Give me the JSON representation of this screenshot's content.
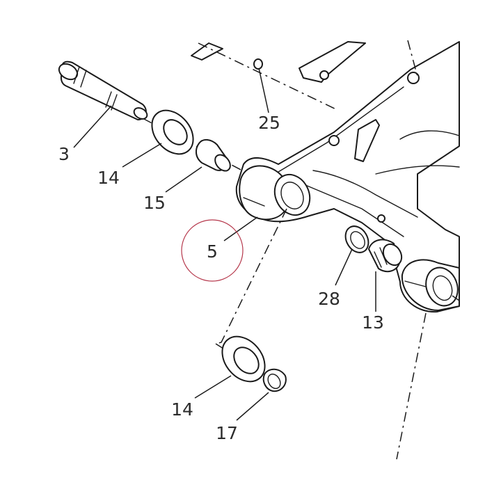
{
  "diagram": {
    "callouts": [
      {
        "id": "3",
        "label": "3"
      },
      {
        "id": "14a",
        "label": "14"
      },
      {
        "id": "15",
        "label": "15"
      },
      {
        "id": "25",
        "label": "25"
      },
      {
        "id": "5",
        "label": "5"
      },
      {
        "id": "28",
        "label": "28"
      },
      {
        "id": "13",
        "label": "13"
      },
      {
        "id": "14b",
        "label": "14"
      },
      {
        "id": "17",
        "label": "17"
      }
    ],
    "highlight_color": "#b5364a",
    "line_color": "#1a1a1a"
  }
}
